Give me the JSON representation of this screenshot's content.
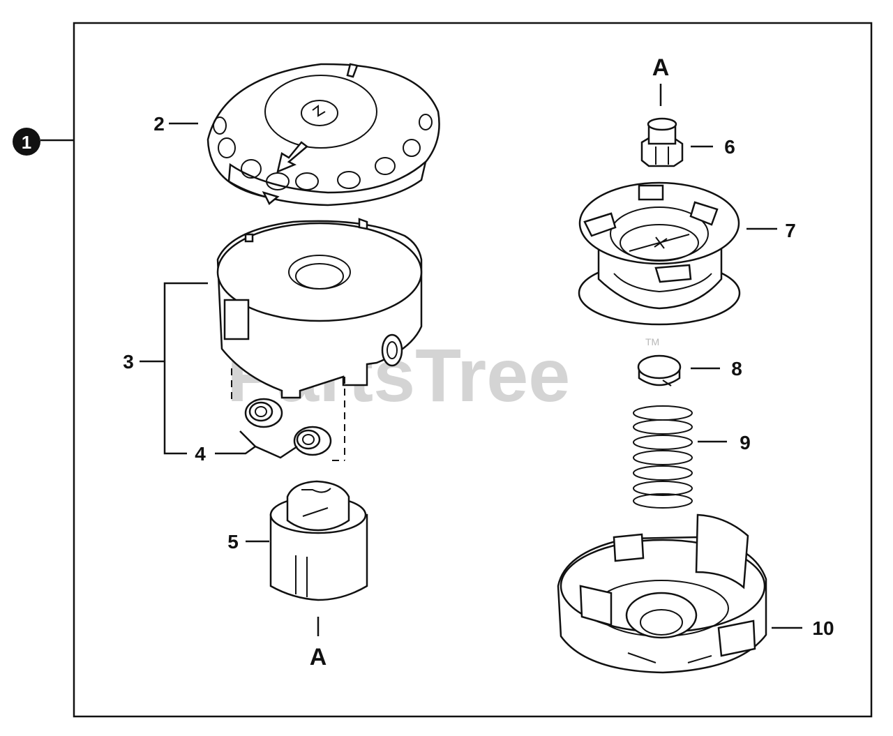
{
  "assembly_marker": "1",
  "callouts": {
    "c2": "2",
    "c3": "3",
    "c4": "4",
    "c5": "5",
    "c6": "6",
    "c7": "7",
    "c8": "8",
    "c9": "9",
    "c10": "10"
  },
  "ref_labels": {
    "top": "A",
    "bottom": "A"
  },
  "watermark": {
    "text": "PartsTree",
    "trademark": "TM"
  }
}
